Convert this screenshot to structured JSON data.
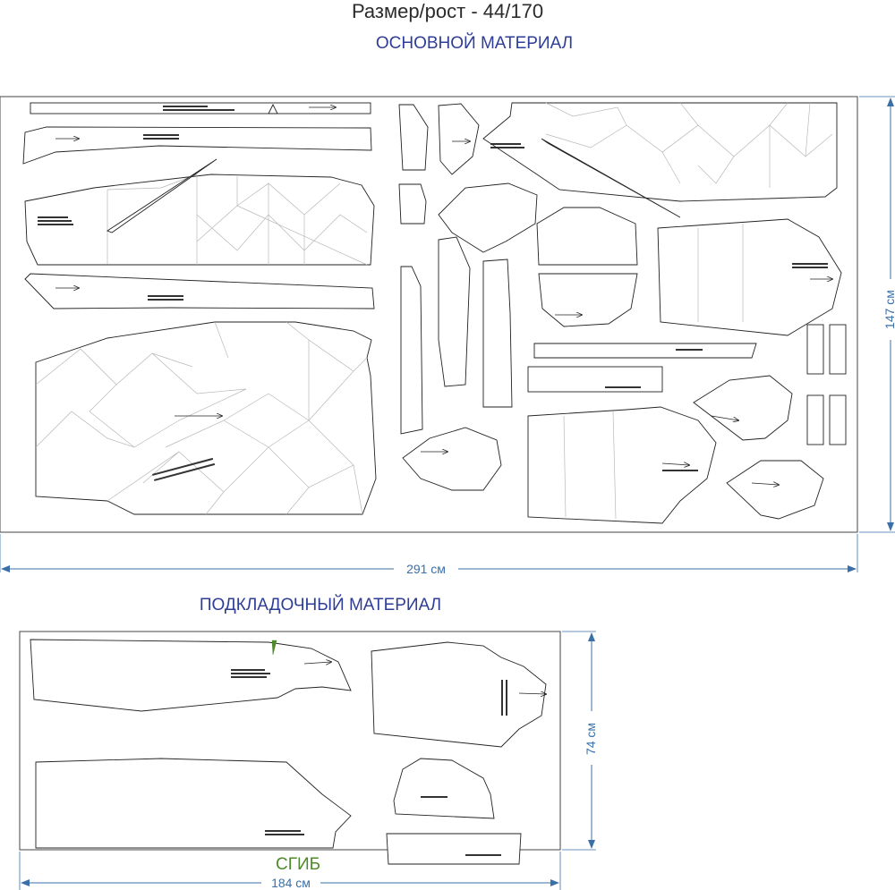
{
  "header": {
    "title": "Размер/рост - 44/170"
  },
  "main_layout": {
    "label": "ОСНОВНОЙ МАТЕРИАЛ",
    "width_label": "291 см",
    "height_label": "147 см"
  },
  "lining_layout": {
    "label": "ПОДКЛАДОЧНЫЙ  МАТЕРИАЛ",
    "width_label": "184 см",
    "height_label": "74 см",
    "fold_label": "СГИБ"
  },
  "colors": {
    "section_label": "#2e3e96",
    "dimension": "#3a6fa8",
    "fold": "#4f8a2a",
    "outline": "#222222",
    "grid": "#b8b8b8"
  }
}
